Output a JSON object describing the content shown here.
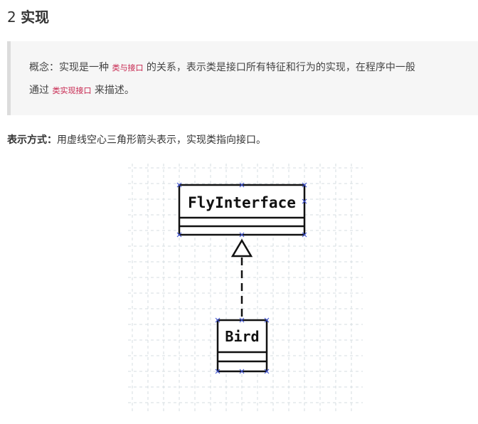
{
  "heading": {
    "number": "2",
    "title": "实现"
  },
  "concept": {
    "line1_prefix": "概念：实现是一种",
    "line1_code": "类与接口",
    "line1_suffix": "的关系，表示类是接口所有特征和行为的实现，在程序中一般",
    "line2_prefix": "通过",
    "line2_code": "类实现接口",
    "line2_suffix": "来描述。"
  },
  "notation": {
    "label": "表示方式：",
    "text": "用虚线空心三角形箭头表示，实现类指向接口。"
  },
  "diagram": {
    "interface_name": "FlyInterface",
    "class_name": "Bird",
    "relation": "realization"
  }
}
